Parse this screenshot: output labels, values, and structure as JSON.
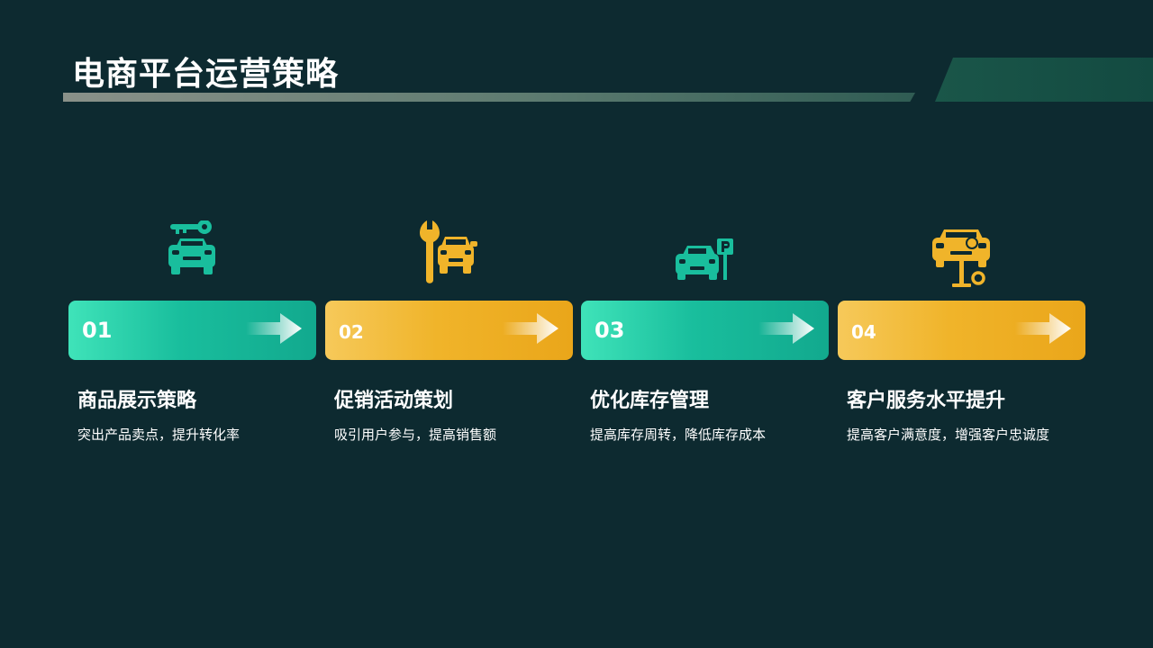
{
  "title": "电商平台运营策略",
  "colors": {
    "background": "#0d2a30",
    "green": "#19be9d",
    "yellow": "#f0b42a",
    "text": "#ffffff"
  },
  "steps": [
    {
      "number": "01",
      "heading": "商品展示策略",
      "description": "突出产品卖点，提升转化率",
      "icon": "car-key-icon",
      "color": "green"
    },
    {
      "number": "02",
      "heading": "促销活动策划",
      "description": "吸引用户参与，提高销售额",
      "icon": "car-repair-wrench-icon",
      "color": "yellow"
    },
    {
      "number": "03",
      "heading": "优化库存管理",
      "description": "提高库存周转，降低库存成本",
      "icon": "car-parking-icon",
      "color": "green"
    },
    {
      "number": "04",
      "heading": "客户服务水平提升",
      "description": "提高客户满意度，增强客户忠诚度",
      "icon": "car-lift-service-icon",
      "color": "yellow"
    }
  ]
}
